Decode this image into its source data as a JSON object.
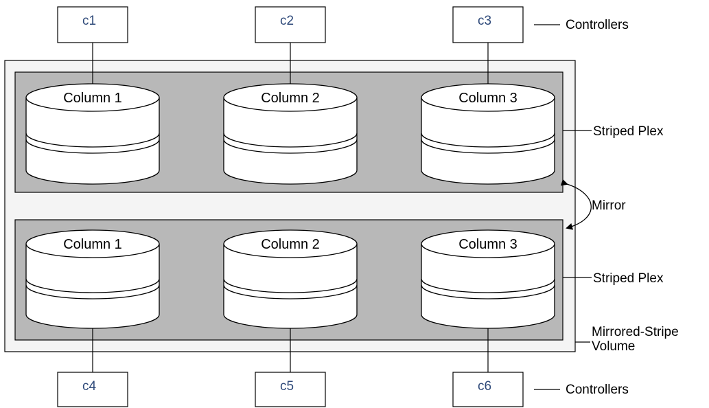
{
  "controllers_top": [
    "c1",
    "c2",
    "c3"
  ],
  "controllers_bottom": [
    "c4",
    "c5",
    "c6"
  ],
  "plex_top": {
    "columns": [
      "Column 1",
      "Column 2",
      "Column 3"
    ]
  },
  "plex_bottom": {
    "columns": [
      "Column 1",
      "Column 2",
      "Column 3"
    ]
  },
  "labels": {
    "controllers_top": "Controllers",
    "controllers_bottom": "Controllers",
    "striped_plex_top": "Striped Plex",
    "striped_plex_bottom": "Striped Plex",
    "mirror": "Mirror",
    "volume_line1": "Mirrored-Stripe",
    "volume_line2": "Volume"
  },
  "colors": {
    "volume_fill": "#f4f4f4",
    "plex_fill": "#b8b8b8",
    "controller_text": "#2f4a7a"
  }
}
